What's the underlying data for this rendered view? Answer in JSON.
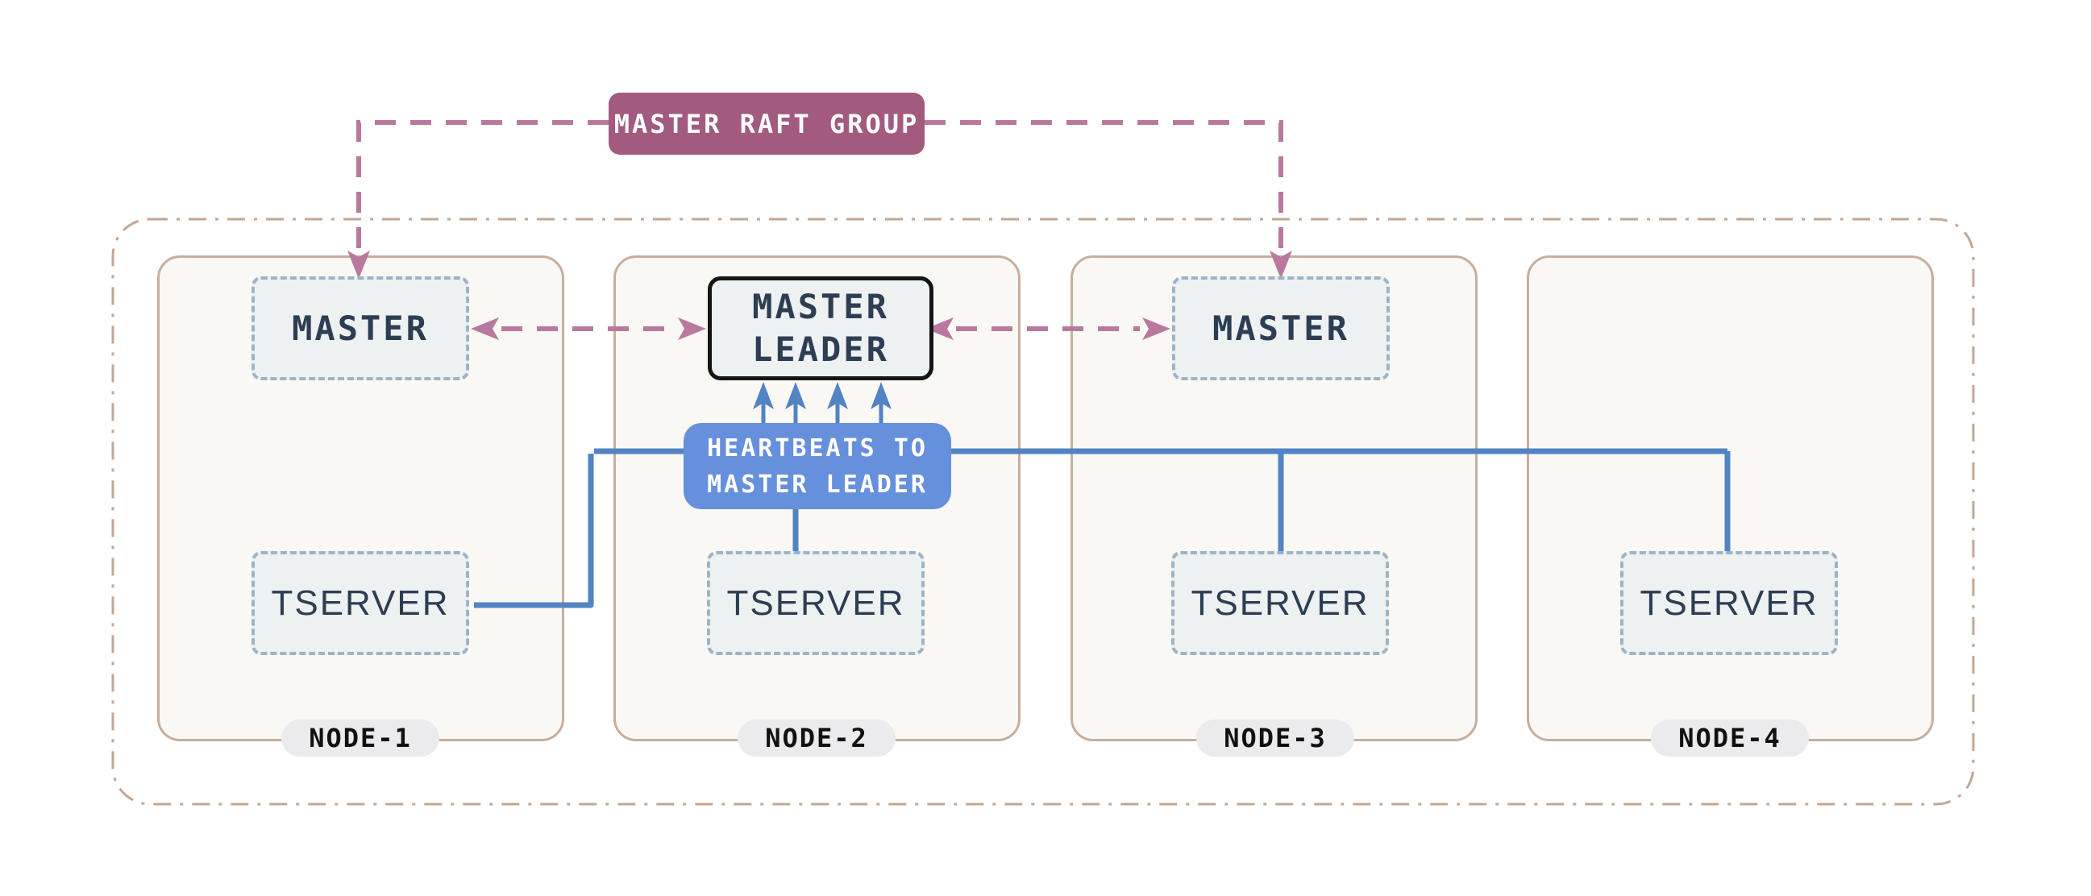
{
  "diagram": {
    "raft_group": {
      "label": "MASTER RAFT GROUP"
    },
    "heartbeats": {
      "line1": "HEARTBEATS TO",
      "line2": "MASTER LEADER"
    },
    "nodes": [
      {
        "label": "NODE-1",
        "master": "MASTER",
        "tserver": "TSERVER"
      },
      {
        "label": "NODE-2",
        "master": "MASTER LEADER",
        "tserver": "TSERVER"
      },
      {
        "label": "NODE-3",
        "master": "MASTER",
        "tserver": "TSERVER"
      },
      {
        "label": "NODE-4",
        "tserver": "TSERVER"
      }
    ],
    "colors": {
      "raft_box_pink": "#a25a7e",
      "raft_link_pink": "#b9799e",
      "heartbeat_box_blue": "#668fdc",
      "heartbeat_line_blue": "#5283c3",
      "node_border_tan": "#c7ae9d",
      "node_fill_cream": "#faf8f5",
      "component_fill": "#edf1f2",
      "component_border": "#9cb4c5",
      "component_text_navy": "#2d3e53",
      "leader_border_black": "#151515",
      "node_label_fill": "#ebebee"
    }
  }
}
